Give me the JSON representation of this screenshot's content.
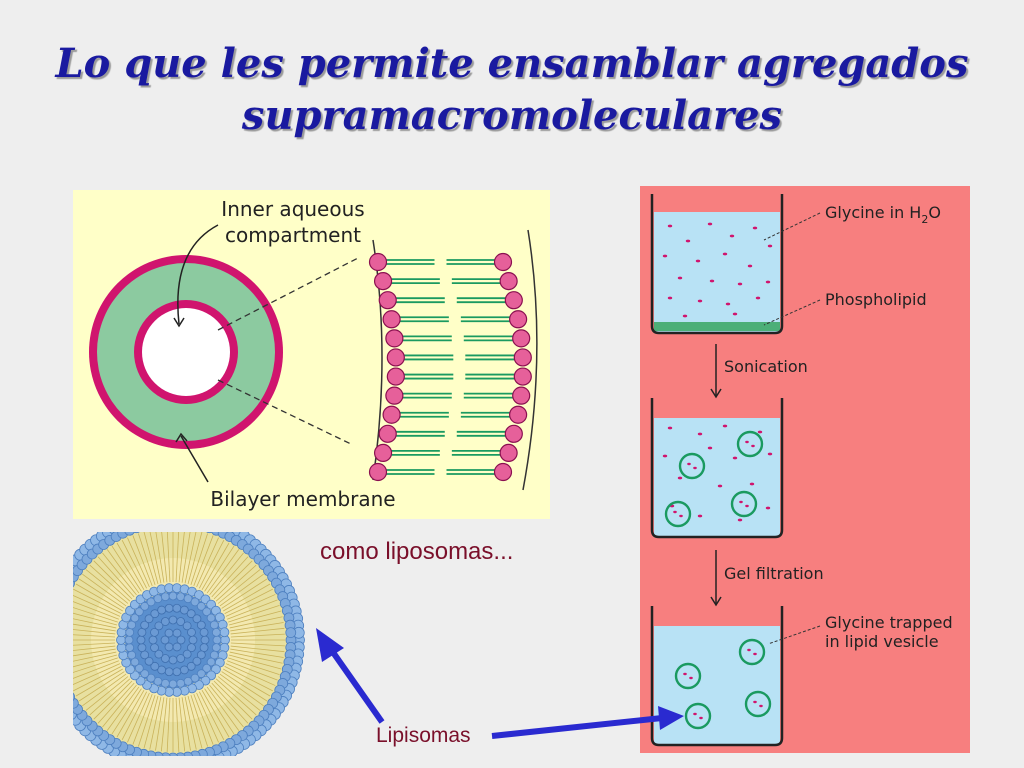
{
  "slide": {
    "title_line1": "Lo que les permite ensamblar agregados",
    "title_line2": "supramacromoleculares",
    "caption": "como liposomas...",
    "lipisomas_label": "Lipisomas"
  },
  "vesicle_diagram": {
    "label_inner": [
      "Inner aqueous",
      "compartment"
    ],
    "label_bilayer": "Bilayer membrane"
  },
  "procedure": {
    "label_glycine": "Glycine in H",
    "label_glycine_sub": "2",
    "label_glycine_tail": "O",
    "label_phospholipid": "Phospholipid",
    "step_sonication": "Sonication",
    "step_gel_filtration": "Gel filtration",
    "label_trapped": [
      "Glycine trapped",
      "in lipid vesicle"
    ]
  },
  "colors": {
    "title": "#1a1aa0",
    "caption": "#7a0f2a",
    "arrow": "#2a2ad0",
    "left_panel_bg": "#ffffc8",
    "right_panel_bg": "#f77f7f",
    "membrane_magenta": "#d0146e",
    "bilayer_green": "#8ccaa0",
    "water_blue": "#b8e2f5"
  }
}
